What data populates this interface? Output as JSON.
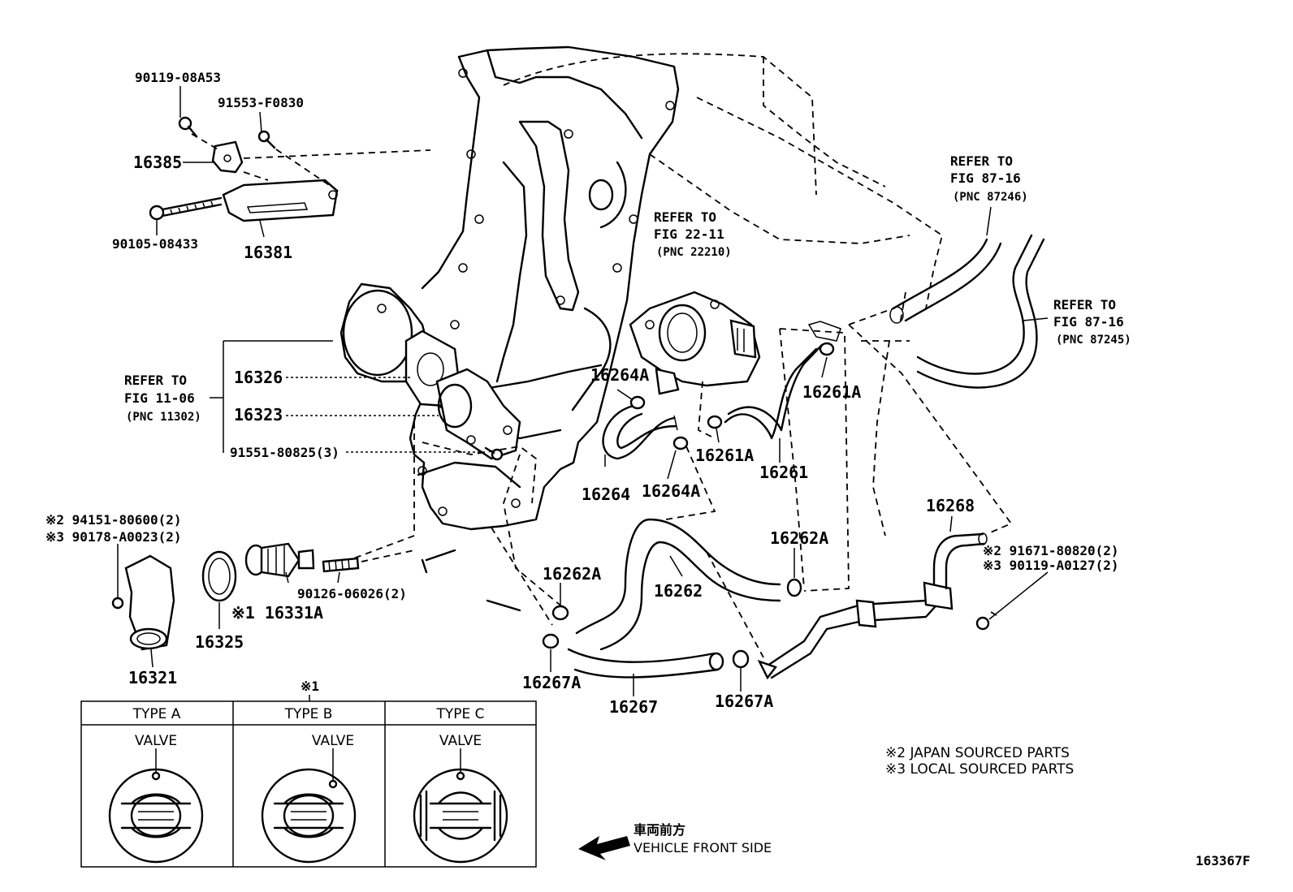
{
  "diagram_id": "163367F",
  "labels": {
    "p90119_08a53": "90119-08A53",
    "p91553_f0830": "91553-F0830",
    "p16385": "16385",
    "p90105_08433": "90105-08433",
    "p16381": "16381",
    "refer_fig_22_11": {
      "line1": "REFER TO",
      "line2": "FIG 22-11",
      "line3": "(PNC 22210)"
    },
    "refer_fig_87_16_a": {
      "line1": "REFER TO",
      "line2": "FIG 87-16",
      "line3": "(PNC 87246)"
    },
    "refer_fig_87_16_b": {
      "line1": "REFER TO",
      "line2": "FIG 87-16",
      "line3": "(PNC 87245)"
    },
    "refer_fig_11_06": {
      "line1": "REFER TO",
      "line2": "FIG 11-06",
      "line3": "(PNC 11302)"
    },
    "p16326": "16326",
    "p16323": "16323",
    "p91551_80825": "91551-80825(3)",
    "p16264a_top": "16264A",
    "p16261a_top": "16261A",
    "p16261a_mid": "16261A",
    "p16261": "16261",
    "p16264": "16264",
    "p16264a_bot": "16264A",
    "p94151_80600": "※2 94151-80600(2)",
    "p90178_a0023": "※3 90178-A0023(2)",
    "p90126_06026": "90126-06026(2)",
    "p16331a": "※1 16331A",
    "p16325": "16325",
    "p16321": "16321",
    "p16262a_right": "16262A",
    "p16262a_left": "16262A",
    "p16262": "16262",
    "p16268": "16268",
    "p91671_80820": "※2 91671-80820(2)",
    "p90119_a0127": "※3 90119-A0127(2)",
    "p16267a_left": "16267A",
    "p16267": "16267",
    "p16267a_right": "16267A"
  },
  "type_table": {
    "marker": "※1",
    "types": [
      {
        "header": "TYPE A",
        "label": "VALVE"
      },
      {
        "header": "TYPE B",
        "label": "VALVE"
      },
      {
        "header": "TYPE C",
        "label": "VALVE"
      }
    ]
  },
  "notes": {
    "japan": "※2 JAPAN SOURCED PARTS",
    "local": "※3 LOCAL SOURCED PARTS"
  },
  "direction": {
    "jp": "車両前方",
    "en": "VEHICLE FRONT SIDE",
    "icon": "arrow-left-icon"
  }
}
